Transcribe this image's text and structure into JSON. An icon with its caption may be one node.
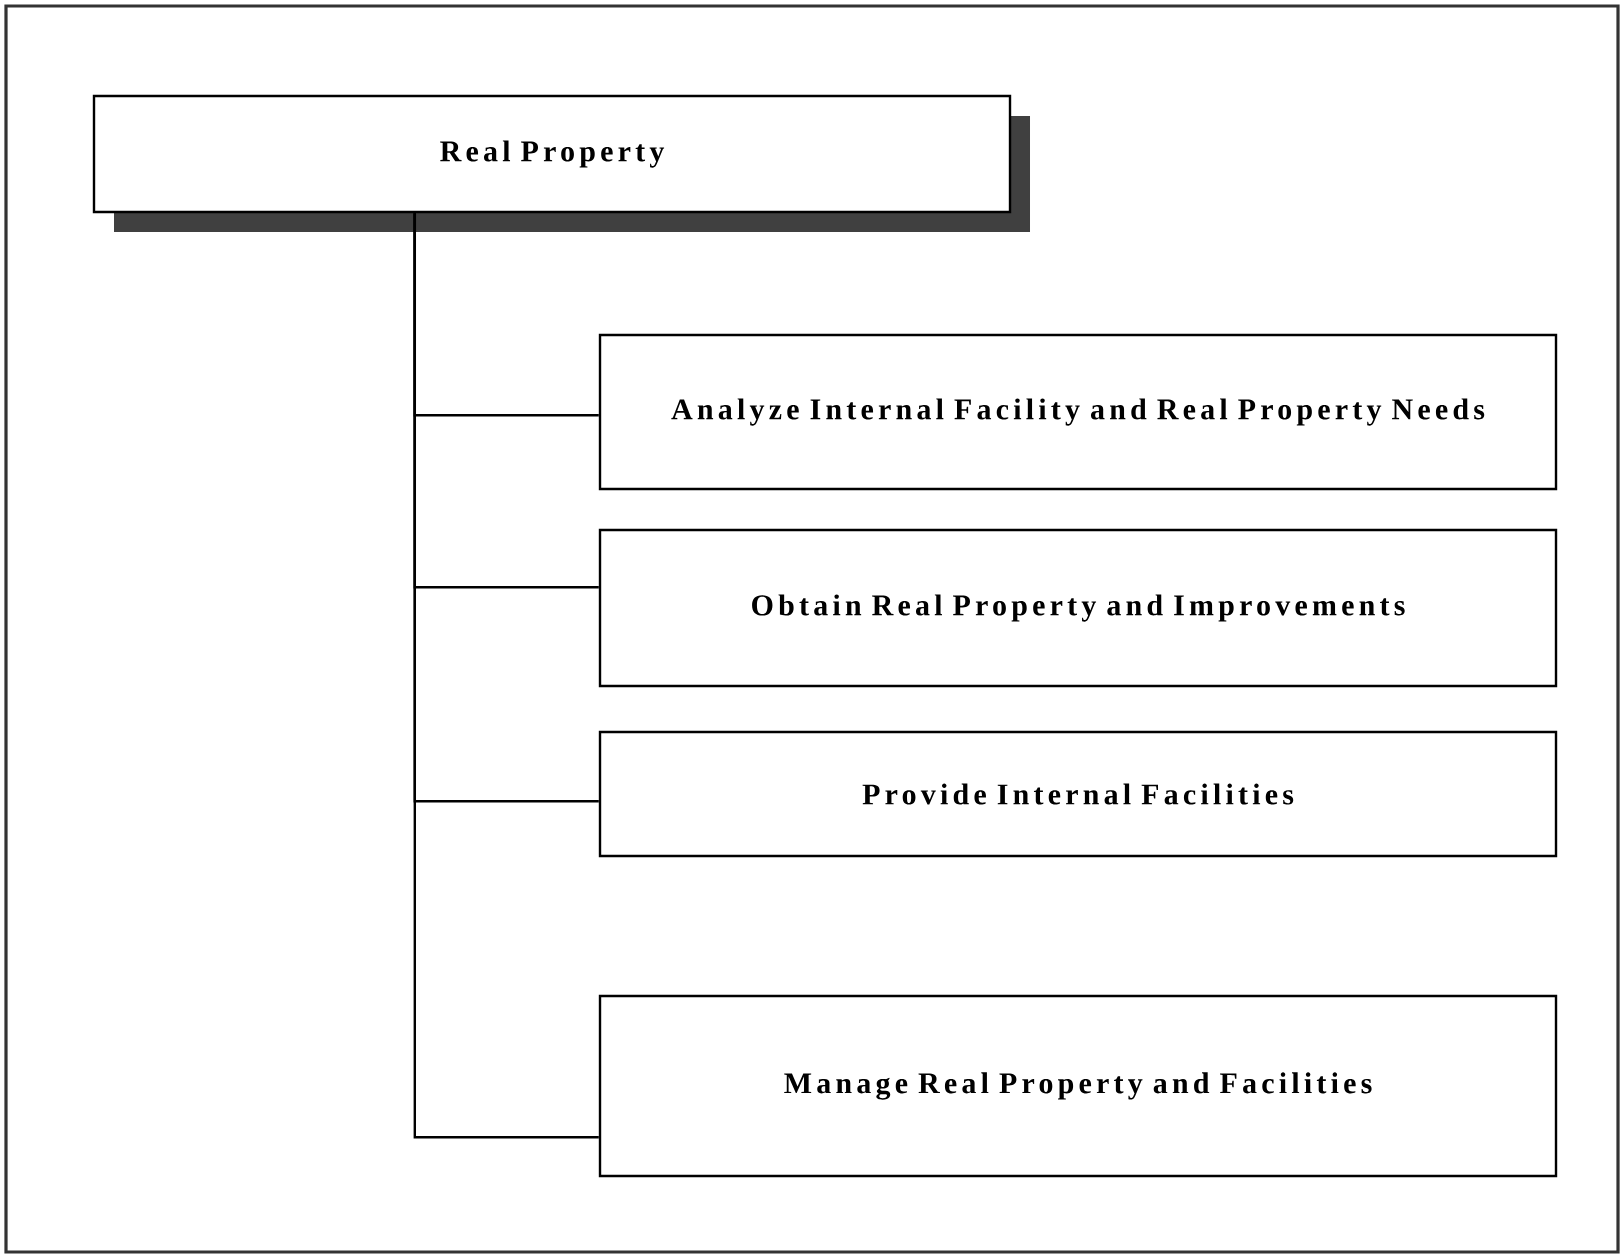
{
  "diagram": {
    "nodes": [
      {
        "text": [
          "Real Property"
        ]
      },
      {
        "text": [
          "Analyze Internal Facility and Real Property Needs"
        ]
      },
      {
        "text": [
          "Obtain Real Property and Improvements"
        ]
      },
      {
        "text": [
          "Provide Internal Facilities"
        ]
      },
      {
        "text": [
          "Manage Real Property and Facilities"
        ]
      }
    ],
    "edges": [
      {
        "from": 0,
        "to": 1,
        "arrow": "none"
      },
      {
        "from": 0,
        "to": 2,
        "arrow": "none"
      },
      {
        "from": 0,
        "to": 3,
        "arrow": "none"
      },
      {
        "from": 0,
        "to": 4,
        "arrow": "none"
      }
    ]
  }
}
